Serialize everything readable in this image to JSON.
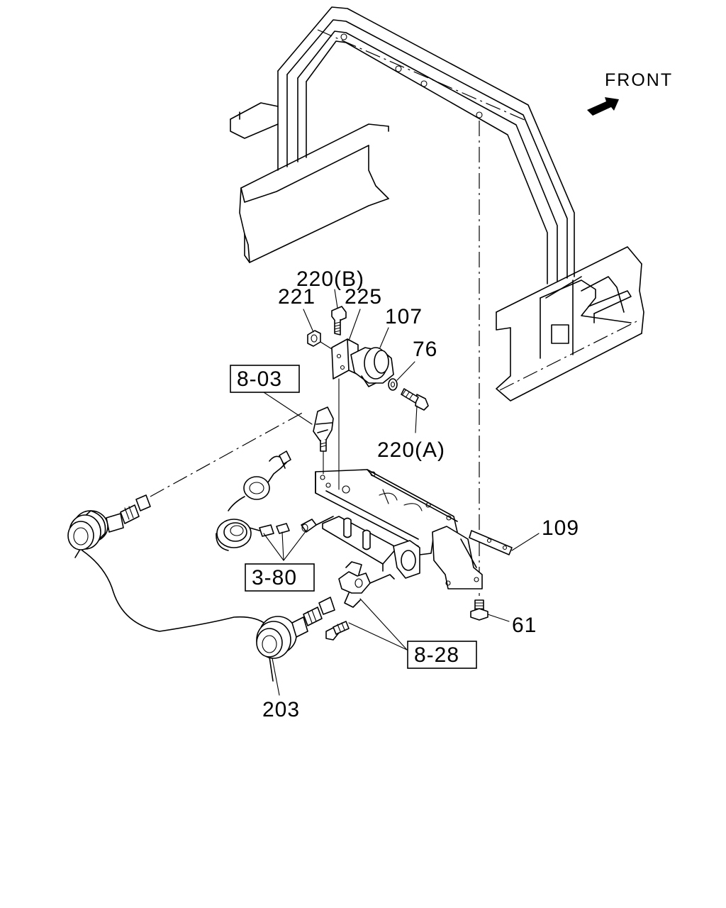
{
  "diagram": {
    "orientation": {
      "label": "FRONT",
      "icon": "arrow-icon"
    },
    "callouts": [
      {
        "id": "220B",
        "text": "220(B)"
      },
      {
        "id": "221",
        "text": "221"
      },
      {
        "id": "225",
        "text": "225"
      },
      {
        "id": "107",
        "text": "107"
      },
      {
        "id": "76",
        "text": "76"
      },
      {
        "id": "220A",
        "text": "220(A)"
      },
      {
        "id": "109",
        "text": "109"
      },
      {
        "id": "61",
        "text": "61"
      },
      {
        "id": "203",
        "text": "203"
      }
    ],
    "references": [
      {
        "id": "8-03",
        "text": "8-03"
      },
      {
        "id": "3-80",
        "text": "3-80"
      },
      {
        "id": "8-28",
        "text": "8-28"
      }
    ]
  }
}
